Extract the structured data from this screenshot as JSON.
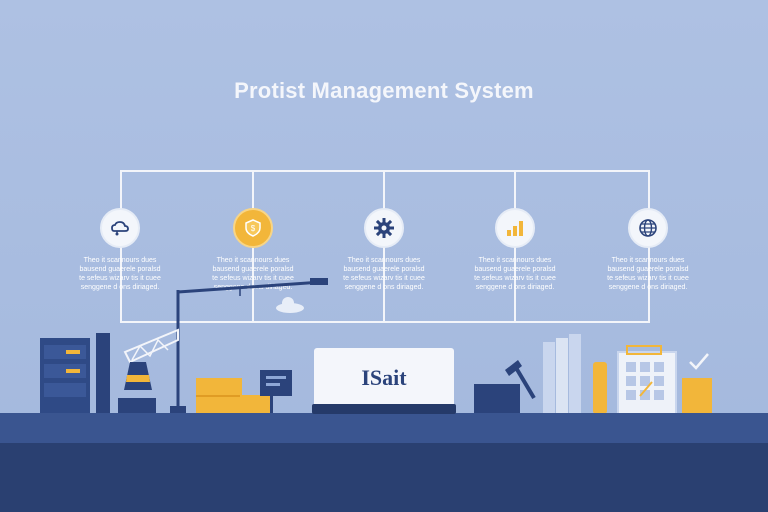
{
  "title": "Protist Management System",
  "steps": [
    {
      "icon": "cloud-network-icon",
      "lines": [
        "Theo it scannours dues",
        "bausend guaerele poralsd",
        "te sefeus wizarv tis it cuee",
        "senggene d ons diriaged."
      ]
    },
    {
      "icon": "shield-icon",
      "lines": [
        "Theo it scannours dues",
        "bausend guaerele poralsd",
        "te sefeus wizarv tis it cuee",
        "senggene d ons diriaged."
      ]
    },
    {
      "icon": "gear-icon",
      "lines": [
        "Theo it scannours dues",
        "bausend guaerele poralsd",
        "te sefeus wizarv tis it cuee",
        "senggene d ons diriaged."
      ]
    },
    {
      "icon": "bar-chart-icon",
      "lines": [
        "Theo it scannours dues",
        "bausend guaerele poralsd",
        "te sefeus wizarv tis it cuee",
        "senggene d ons diriaged."
      ]
    },
    {
      "icon": "globe-icon",
      "lines": [
        "Theo it scannours dues",
        "bausend guaerele poralsd",
        "te sefeus wizarv tis it cuee",
        "senggene d ons diriaged."
      ]
    }
  ],
  "sign_label": "ISait",
  "colors": {
    "background": "#aec1e3",
    "accent": "#f2b63a",
    "navy": "#2b437b",
    "ground": "#3a5590"
  }
}
